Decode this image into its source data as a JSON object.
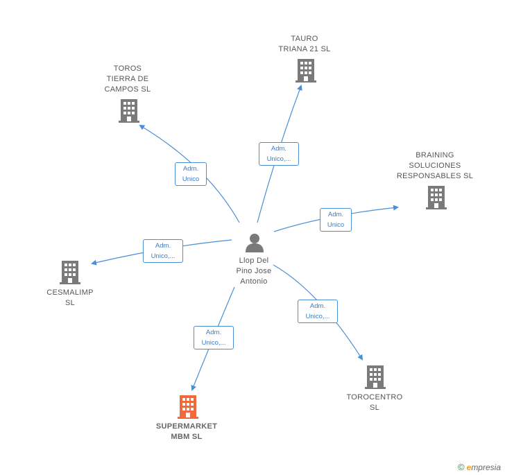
{
  "person": {
    "name": "Llop Del\nPino Jose\nAntonio",
    "icon": "person-icon"
  },
  "companies": [
    {
      "id": "tauro",
      "name": "TAURO\nTRIANA 21  SL",
      "icon": "building-icon",
      "color": "#7a7a7a"
    },
    {
      "id": "toros",
      "name": "TOROS\nTIERRA DE\nCAMPOS  SL",
      "icon": "building-icon",
      "color": "#7a7a7a"
    },
    {
      "id": "braining",
      "name": "BRAINING\nSOLUCIONES\nRESPONSABLES SL",
      "icon": "building-icon",
      "color": "#7a7a7a"
    },
    {
      "id": "cesmalimp",
      "name": "CESMALIMP\nSL",
      "icon": "building-icon",
      "color": "#7a7a7a"
    },
    {
      "id": "torocentro",
      "name": "TOROCENTRO\nSL",
      "icon": "building-icon",
      "color": "#7a7a7a"
    },
    {
      "id": "supermarket",
      "name": "SUPERMARKET\nMBM  SL",
      "icon": "building-icon",
      "color": "#f26a3c"
    }
  ],
  "edges": [
    {
      "to": "tauro",
      "label_line1": "Adm.",
      "label_line2": "Unico,..."
    },
    {
      "to": "toros",
      "label_line1": "Adm.",
      "label_line2": "Unico"
    },
    {
      "to": "braining",
      "label_line1": "Adm.",
      "label_line2": "Unico"
    },
    {
      "to": "cesmalimp",
      "label_line1": "Adm.",
      "label_line2": "Unico,..."
    },
    {
      "to": "torocentro",
      "label_line1": "Adm.",
      "label_line2": "Unico,..."
    },
    {
      "to": "supermarket",
      "label_line1": "Adm.",
      "label_line2": "Unico,..."
    }
  ],
  "footer": {
    "copyright": "©",
    "brand_initial": "e",
    "brand_rest": "mpresia"
  },
  "colors": {
    "edge": "#4a8fd6",
    "person": "#7a7a7a",
    "building": "#7a7a7a",
    "highlight": "#f26a3c"
  }
}
